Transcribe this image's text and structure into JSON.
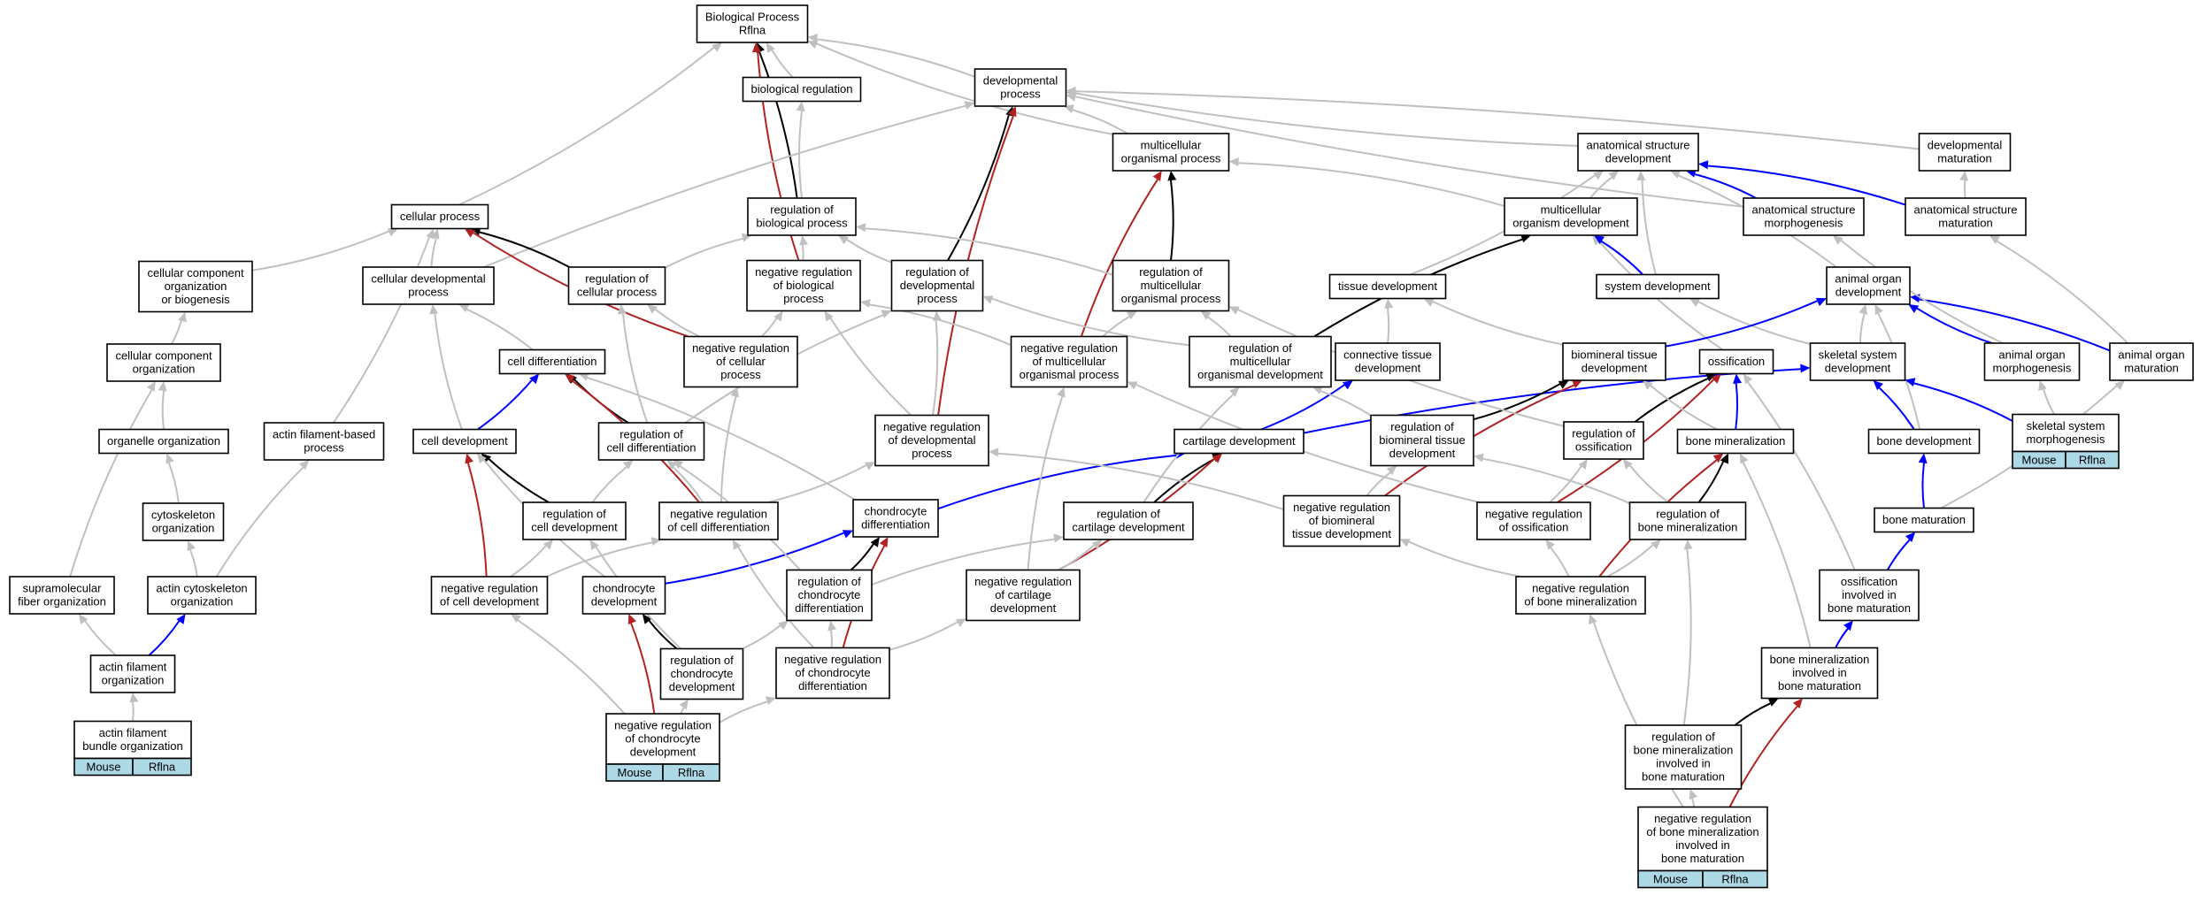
{
  "title": "",
  "colors": {
    "is_a": "#c0c0c0",
    "regulates": "#000000",
    "negatively_regulates": "#b22222",
    "part_of": "#0000ff",
    "tag_fill": "#add8e6"
  },
  "nodes": [
    {
      "id": "bp",
      "lines": [
        "Biological Process",
        "Rflna"
      ]
    },
    {
      "id": "br",
      "lines": [
        "biological regulation"
      ]
    },
    {
      "id": "dp",
      "lines": [
        "developmental",
        "process"
      ]
    },
    {
      "id": "mop",
      "lines": [
        "multicellular",
        "organismal process"
      ]
    },
    {
      "id": "asd",
      "lines": [
        "anatomical structure",
        "development"
      ]
    },
    {
      "id": "dm",
      "lines": [
        "developmental",
        "maturation"
      ]
    },
    {
      "id": "cp",
      "lines": [
        "cellular process"
      ]
    },
    {
      "id": "rbp",
      "lines": [
        "regulation of",
        "biological process"
      ]
    },
    {
      "id": "mod",
      "lines": [
        "multicellular",
        "organism development"
      ]
    },
    {
      "id": "asmorph",
      "lines": [
        "anatomical structure",
        "morphogenesis"
      ]
    },
    {
      "id": "asmat",
      "lines": [
        "anatomical structure",
        "maturation"
      ]
    },
    {
      "id": "ccob",
      "lines": [
        "cellular component",
        "organization",
        "or biogenesis"
      ]
    },
    {
      "id": "cdp",
      "lines": [
        "cellular developmental",
        "process"
      ]
    },
    {
      "id": "rcp",
      "lines": [
        "regulation of",
        "cellular process"
      ]
    },
    {
      "id": "nrbp",
      "lines": [
        "negative regulation",
        "of biological",
        "process"
      ]
    },
    {
      "id": "rdp",
      "lines": [
        "regulation of",
        "developmental",
        "process"
      ]
    },
    {
      "id": "rmop",
      "lines": [
        "regulation of",
        "multicellular",
        "organismal process"
      ]
    },
    {
      "id": "td",
      "lines": [
        "tissue development"
      ]
    },
    {
      "id": "sd",
      "lines": [
        "system development"
      ]
    },
    {
      "id": "aod",
      "lines": [
        "animal organ",
        "development"
      ]
    },
    {
      "id": "cco",
      "lines": [
        "cellular component",
        "organization"
      ]
    },
    {
      "id": "cdiff",
      "lines": [
        "cell differentiation"
      ]
    },
    {
      "id": "nrcp",
      "lines": [
        "negative regulation",
        "of cellular",
        "process"
      ]
    },
    {
      "id": "nrmop",
      "lines": [
        "negative regulation",
        "of multicellular",
        "organismal process"
      ]
    },
    {
      "id": "rmod",
      "lines": [
        "regulation of",
        "multicellular",
        "organismal development"
      ]
    },
    {
      "id": "ctd",
      "lines": [
        "connective tissue",
        "development"
      ]
    },
    {
      "id": "btd",
      "lines": [
        "biomineral tissue",
        "development"
      ]
    },
    {
      "id": "oss",
      "lines": [
        "ossification"
      ]
    },
    {
      "id": "ssd",
      "lines": [
        "skeletal system",
        "development"
      ]
    },
    {
      "id": "aom",
      "lines": [
        "animal organ",
        "morphogenesis"
      ]
    },
    {
      "id": "aomat",
      "lines": [
        "animal organ",
        "maturation"
      ]
    },
    {
      "id": "oo",
      "lines": [
        "organelle organization"
      ]
    },
    {
      "id": "afbp",
      "lines": [
        "actin filament-based",
        "process"
      ]
    },
    {
      "id": "cdev",
      "lines": [
        "cell development"
      ]
    },
    {
      "id": "rcdiff",
      "lines": [
        "regulation of",
        "cell differentiation"
      ]
    },
    {
      "id": "nrdp",
      "lines": [
        "negative regulation",
        "of developmental",
        "process"
      ]
    },
    {
      "id": "cartd",
      "lines": [
        "cartilage development"
      ]
    },
    {
      "id": "rbtd",
      "lines": [
        "regulation of",
        "biomineral tissue",
        "development"
      ]
    },
    {
      "id": "ross",
      "lines": [
        "regulation of",
        "ossification"
      ]
    },
    {
      "id": "bmin",
      "lines": [
        "bone mineralization"
      ]
    },
    {
      "id": "bdev",
      "lines": [
        "bone development"
      ]
    },
    {
      "id": "ssm",
      "lines": [
        "skeletal system",
        "morphogenesis"
      ],
      "tags": [
        "Mouse",
        "Rflna"
      ]
    },
    {
      "id": "co",
      "lines": [
        "cytoskeleton",
        "organization"
      ]
    },
    {
      "id": "rcdev",
      "lines": [
        "regulation of",
        "cell development"
      ]
    },
    {
      "id": "nrcdiff",
      "lines": [
        "negative regulation",
        "of cell differentiation"
      ]
    },
    {
      "id": "chdiff",
      "lines": [
        "chondrocyte",
        "differentiation"
      ]
    },
    {
      "id": "rcartd",
      "lines": [
        "regulation of",
        "cartilage development"
      ]
    },
    {
      "id": "nrbtd",
      "lines": [
        "negative regulation",
        "of biomineral",
        "tissue development"
      ]
    },
    {
      "id": "nross",
      "lines": [
        "negative regulation",
        "of ossification"
      ]
    },
    {
      "id": "rbmin",
      "lines": [
        "regulation of",
        "bone mineralization"
      ]
    },
    {
      "id": "bmat",
      "lines": [
        "bone maturation"
      ]
    },
    {
      "id": "sfo",
      "lines": [
        "supramolecular",
        "fiber organization"
      ]
    },
    {
      "id": "aco",
      "lines": [
        "actin cytoskeleton",
        "organization"
      ]
    },
    {
      "id": "nrcdev",
      "lines": [
        "negative regulation",
        "of cell development"
      ]
    },
    {
      "id": "chdev",
      "lines": [
        "chondrocyte",
        "development"
      ]
    },
    {
      "id": "rchdiff",
      "lines": [
        "regulation of",
        "chondrocyte",
        "differentiation"
      ]
    },
    {
      "id": "nrcartd",
      "lines": [
        "negative regulation",
        "of cartilage",
        "development"
      ]
    },
    {
      "id": "nrbmin",
      "lines": [
        "negative regulation",
        "of bone mineralization"
      ]
    },
    {
      "id": "oibm",
      "lines": [
        "ossification",
        "involved in",
        "bone maturation"
      ]
    },
    {
      "id": "afo",
      "lines": [
        "actin filament",
        "organization"
      ]
    },
    {
      "id": "rchdev",
      "lines": [
        "regulation of",
        "chondrocyte",
        "development"
      ]
    },
    {
      "id": "nrchdiff",
      "lines": [
        "negative regulation",
        "of chondrocyte",
        "differentiation"
      ]
    },
    {
      "id": "bmibm",
      "lines": [
        "bone mineralization",
        "involved in",
        "bone maturation"
      ]
    },
    {
      "id": "afbo",
      "lines": [
        "actin filament",
        "bundle organization"
      ],
      "tags": [
        "Mouse",
        "Rflna"
      ]
    },
    {
      "id": "nrchdev",
      "lines": [
        "negative regulation",
        "of chondrocyte",
        "development"
      ],
      "tags": [
        "Mouse",
        "Rflna"
      ]
    },
    {
      "id": "rbmibm",
      "lines": [
        "regulation of",
        "bone mineralization",
        "involved in",
        "bone maturation"
      ]
    },
    {
      "id": "nrbmibm",
      "lines": [
        "negative regulation",
        "of bone mineralization",
        "involved in",
        "bone maturation"
      ],
      "tags": [
        "Mouse",
        "Rflna"
      ]
    }
  ],
  "edges": [
    [
      "br",
      "bp",
      "is_a"
    ],
    [
      "dp",
      "bp",
      "is_a"
    ],
    [
      "mop",
      "bp",
      "is_a"
    ],
    [
      "cp",
      "bp",
      "is_a"
    ],
    [
      "rbp",
      "br",
      "is_a"
    ],
    [
      "rbp",
      "bp",
      "regulates"
    ],
    [
      "nrbp",
      "bp",
      "negatively_regulates"
    ],
    [
      "mop",
      "dp",
      "is_a"
    ],
    [
      "asd",
      "dp",
      "is_a"
    ],
    [
      "dm",
      "dp",
      "is_a"
    ],
    [
      "cdp",
      "dp",
      "is_a"
    ],
    [
      "rdp",
      "dp",
      "regulates"
    ],
    [
      "nrdp",
      "dp",
      "negatively_regulates"
    ],
    [
      "mod",
      "mop",
      "is_a"
    ],
    [
      "mod",
      "asd",
      "is_a"
    ],
    [
      "rmop",
      "mop",
      "regulates"
    ],
    [
      "nrmop",
      "mop",
      "negatively_regulates"
    ],
    [
      "asmorph",
      "asd",
      "part_of"
    ],
    [
      "asmorph",
      "dp",
      "is_a"
    ],
    [
      "asmat",
      "asd",
      "part_of"
    ],
    [
      "asmat",
      "dm",
      "is_a"
    ],
    [
      "td",
      "asd",
      "is_a"
    ],
    [
      "sd",
      "asd",
      "is_a"
    ],
    [
      "aod",
      "asd",
      "is_a"
    ],
    [
      "oss",
      "mod",
      "is_a"
    ],
    [
      "sd",
      "mod",
      "part_of"
    ],
    [
      "rmod",
      "mod",
      "regulates"
    ],
    [
      "ccob",
      "cp",
      "is_a"
    ],
    [
      "cdp",
      "cp",
      "is_a"
    ],
    [
      "rcp",
      "cp",
      "regulates"
    ],
    [
      "nrcp",
      "cp",
      "negatively_regulates"
    ],
    [
      "afbp",
      "cp",
      "is_a"
    ],
    [
      "rcp",
      "rbp",
      "is_a"
    ],
    [
      "nrbp",
      "rbp",
      "is_a"
    ],
    [
      "rdp",
      "rbp",
      "is_a"
    ],
    [
      "rmop",
      "rbp",
      "is_a"
    ],
    [
      "nrcp",
      "rcp",
      "is_a"
    ],
    [
      "nrcp",
      "nrbp",
      "is_a"
    ],
    [
      "nrdp",
      "nrbp",
      "is_a"
    ],
    [
      "nrmop",
      "nrbp",
      "is_a"
    ],
    [
      "nrmop",
      "rmop",
      "is_a"
    ],
    [
      "rmod",
      "rmop",
      "is_a"
    ],
    [
      "rmod",
      "rdp",
      "is_a"
    ],
    [
      "nrdp",
      "rdp",
      "is_a"
    ],
    [
      "rcdiff",
      "rdp",
      "is_a"
    ],
    [
      "cco",
      "ccob",
      "is_a"
    ],
    [
      "oo",
      "cco",
      "is_a"
    ],
    [
      "co",
      "oo",
      "is_a"
    ],
    [
      "sfo",
      "cco",
      "is_a"
    ],
    [
      "cdiff",
      "cdp",
      "is_a"
    ],
    [
      "cdev",
      "cdp",
      "is_a"
    ],
    [
      "cdev",
      "cdiff",
      "part_of"
    ],
    [
      "rcdiff",
      "cdiff",
      "regulates"
    ],
    [
      "nrcdiff",
      "cdiff",
      "negatively_regulates"
    ],
    [
      "rcdiff",
      "rcp",
      "is_a"
    ],
    [
      "nrcdiff",
      "rcdiff",
      "is_a"
    ],
    [
      "nrcdiff",
      "nrcp",
      "is_a"
    ],
    [
      "nrcdiff",
      "nrdp",
      "is_a"
    ],
    [
      "rcdev",
      "cdev",
      "regulates"
    ],
    [
      "nrcdev",
      "cdev",
      "negatively_regulates"
    ],
    [
      "rcdev",
      "rcdiff",
      "is_a"
    ],
    [
      "nrcdev",
      "rcdev",
      "is_a"
    ],
    [
      "nrcdev",
      "nrcdiff",
      "is_a"
    ],
    [
      "chdiff",
      "cdiff",
      "is_a"
    ],
    [
      "chdiff",
      "cartd",
      "part_of"
    ],
    [
      "chdev",
      "chdiff",
      "part_of"
    ],
    [
      "chdev",
      "cdev",
      "is_a"
    ],
    [
      "rchdiff",
      "chdiff",
      "regulates"
    ],
    [
      "nrchdiff",
      "chdiff",
      "negatively_regulates"
    ],
    [
      "rchdiff",
      "rcdiff",
      "is_a"
    ],
    [
      "rchdiff",
      "rcartd",
      "is_a"
    ],
    [
      "nrchdiff",
      "rchdiff",
      "is_a"
    ],
    [
      "nrchdiff",
      "nrcdiff",
      "is_a"
    ],
    [
      "nrchdiff",
      "nrcartd",
      "is_a"
    ],
    [
      "rchdev",
      "chdev",
      "regulates"
    ],
    [
      "nrchdev",
      "chdev",
      "negatively_regulates"
    ],
    [
      "rchdev",
      "rcdev",
      "is_a"
    ],
    [
      "rchdev",
      "rchdiff",
      "is_a"
    ],
    [
      "nrchdev",
      "rchdev",
      "is_a"
    ],
    [
      "nrchdev",
      "nrcdev",
      "is_a"
    ],
    [
      "nrchdev",
      "nrchdiff",
      "is_a"
    ],
    [
      "ctd",
      "td",
      "is_a"
    ],
    [
      "btd",
      "td",
      "is_a"
    ],
    [
      "cartd",
      "ctd",
      "part_of"
    ],
    [
      "ssd",
      "sd",
      "is_a"
    ],
    [
      "btd",
      "aod",
      "part_of"
    ],
    [
      "ssd",
      "aod",
      "is_a"
    ],
    [
      "bdev",
      "aod",
      "is_a"
    ],
    [
      "aom",
      "aod",
      "part_of"
    ],
    [
      "aomat",
      "aod",
      "part_of"
    ],
    [
      "aom",
      "asmorph",
      "is_a"
    ],
    [
      "aomat",
      "asmat",
      "is_a"
    ],
    [
      "ssm",
      "aom",
      "is_a"
    ],
    [
      "ssm",
      "ssd",
      "part_of"
    ],
    [
      "cartd",
      "ssd",
      "part_of"
    ],
    [
      "bdev",
      "ssd",
      "part_of"
    ],
    [
      "bmat",
      "bdev",
      "part_of"
    ],
    [
      "bmat",
      "aomat",
      "is_a"
    ],
    [
      "rcartd",
      "cartd",
      "regulates"
    ],
    [
      "nrcartd",
      "cartd",
      "negatively_regulates"
    ],
    [
      "rcartd",
      "rmod",
      "is_a"
    ],
    [
      "nrcartd",
      "rcartd",
      "is_a"
    ],
    [
      "nrcartd",
      "nrmop",
      "is_a"
    ],
    [
      "rbtd",
      "btd",
      "regulates"
    ],
    [
      "nrbtd",
      "btd",
      "negatively_regulates"
    ],
    [
      "rbtd",
      "rmod",
      "is_a"
    ],
    [
      "nrbtd",
      "rbtd",
      "is_a"
    ],
    [
      "nrbtd",
      "nrdp",
      "is_a"
    ],
    [
      "ross",
      "oss",
      "regulates"
    ],
    [
      "nross",
      "oss",
      "negatively_regulates"
    ],
    [
      "ross",
      "rmop",
      "is_a"
    ],
    [
      "nross",
      "ross",
      "is_a"
    ],
    [
      "nross",
      "nrmop",
      "is_a"
    ],
    [
      "bmin",
      "oss",
      "part_of"
    ],
    [
      "bmin",
      "btd",
      "is_a"
    ],
    [
      "rbmin",
      "bmin",
      "regulates"
    ],
    [
      "nrbmin",
      "bmin",
      "negatively_regulates"
    ],
    [
      "rbmin",
      "rbtd",
      "is_a"
    ],
    [
      "rbmin",
      "ross",
      "is_a"
    ],
    [
      "nrbmin",
      "rbmin",
      "is_a"
    ],
    [
      "nrbmin",
      "nrbtd",
      "is_a"
    ],
    [
      "nrbmin",
      "nross",
      "is_a"
    ],
    [
      "oibm",
      "bmat",
      "part_of"
    ],
    [
      "oibm",
      "oss",
      "is_a"
    ],
    [
      "bmibm",
      "oibm",
      "part_of"
    ],
    [
      "bmibm",
      "bmin",
      "is_a"
    ],
    [
      "rbmibm",
      "bmibm",
      "regulates"
    ],
    [
      "rbmibm",
      "rbmin",
      "is_a"
    ],
    [
      "nrbmibm",
      "bmibm",
      "negatively_regulates"
    ],
    [
      "nrbmibm",
      "rbmibm",
      "is_a"
    ],
    [
      "nrbmibm",
      "nrbmin",
      "is_a"
    ],
    [
      "aco",
      "co",
      "is_a"
    ],
    [
      "aco",
      "afbp",
      "is_a"
    ],
    [
      "afo",
      "aco",
      "part_of"
    ],
    [
      "afo",
      "sfo",
      "is_a"
    ],
    [
      "afbo",
      "afo",
      "is_a"
    ]
  ]
}
